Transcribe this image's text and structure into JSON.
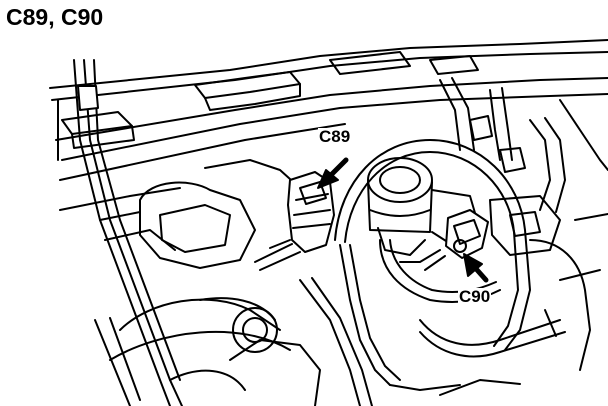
{
  "title": "C89, C90",
  "callouts": {
    "c89": "C89",
    "c90": "C90"
  },
  "colors": {
    "ink": "#000000",
    "paper": "#ffffff"
  }
}
